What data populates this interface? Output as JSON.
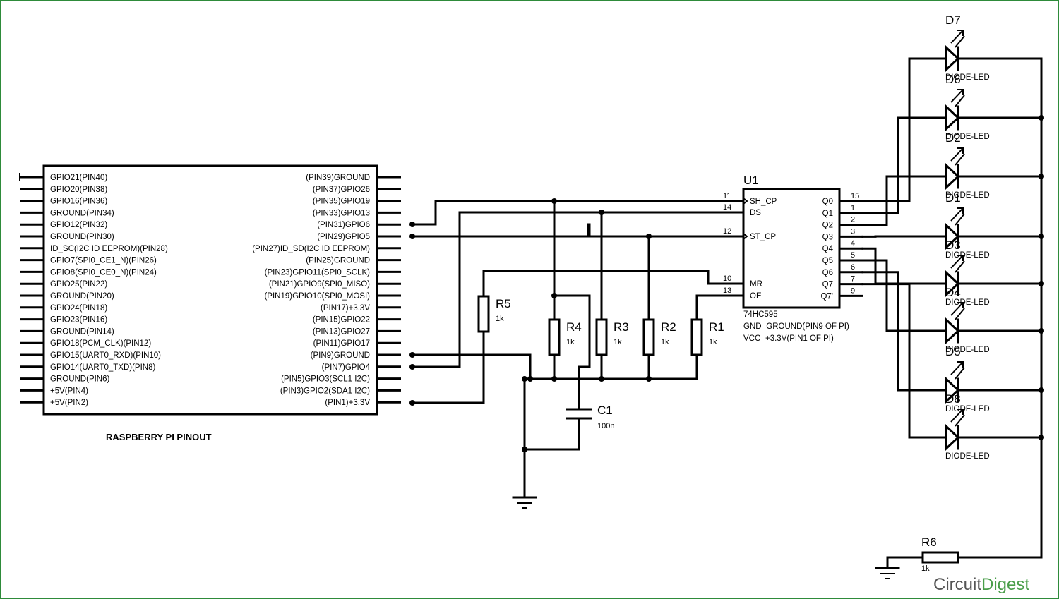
{
  "title": "RASPBERRY PI PINOUT",
  "brand": {
    "part1": "Circuit",
    "part2": "Digest",
    "color1": "#555555",
    "color2": "#4a9e4a"
  },
  "border_color": "#2e8b3a",
  "pi": {
    "left_pins": [
      "GPIO21(PIN40)",
      "GPIO20(PIN38)",
      "GPIO16(PIN36)",
      "GROUND(PIN34)",
      "GPIO12(PIN32)",
      "GROUND(PIN30)",
      "ID_SC(I2C ID EEPROM)(PIN28)",
      "GPIO7(SPI0_CE1_N)(PIN26)",
      "GPIO8(SPI0_CE0_N)(PIN24)",
      "GPIO25(PIN22)",
      "GROUND(PIN20)",
      "GPIO24(PIN18)",
      "GPIO23(PIN16)",
      "GROUND(PIN14)",
      "GPIO18(PCM_CLK)(PIN12)",
      "GPIO15(UART0_RXD)(PIN10)",
      "GPIO14(UART0_TXD)(PIN8)",
      "GROUND(PIN6)",
      "+5V(PIN4)",
      "+5V(PIN2)"
    ],
    "right_pins": [
      "(PIN39)GROUND",
      "(PIN37)GPIO26",
      "(PIN35)GPIO19",
      "(PIN33)GPIO13",
      "(PIN31)GPIO6",
      "(PIN29)GPIO5",
      "(PIN27)ID_SD(I2C ID EEPROM)",
      "(PIN25)GROUND",
      "(PIN23)GPIO11(SPI0_SCLK)",
      "(PIN21)GPIO9(SPI0_MISO)",
      "(PIN19)GPIO10(SPI0_MOSI)",
      "(PIN17)+3.3V",
      "(PIN15)GPIO22",
      "(PIN13)GPIO27",
      "(PIN11)GPIO17",
      "(PIN9)GROUND",
      "(PIN7)GPIO4",
      "(PIN5)GPIO3(SCL1 I2C)",
      "(PIN3)GPIO2(SDA1 I2C)",
      "(PIN1)+3.3V"
    ]
  },
  "ic": {
    "ref": "U1",
    "part": "74HC595",
    "note1": "GND=GROUND(PIN9 OF PI)",
    "note2": "VCC=+3.3V(PIN1 OF PI)",
    "left_pins": [
      {
        "name": "SH_CP",
        "num": "11"
      },
      {
        "name": "DS",
        "num": "14"
      },
      {
        "name": "ST_CP",
        "num": "12"
      },
      {
        "name": "MR",
        "num": "10"
      },
      {
        "name": "OE",
        "num": "13"
      }
    ],
    "right_pins": [
      {
        "name": "Q0",
        "num": "15"
      },
      {
        "name": "Q1",
        "num": "1"
      },
      {
        "name": "Q2",
        "num": "2"
      },
      {
        "name": "Q3",
        "num": "3"
      },
      {
        "name": "Q4",
        "num": "4"
      },
      {
        "name": "Q5",
        "num": "5"
      },
      {
        "name": "Q6",
        "num": "6"
      },
      {
        "name": "Q7",
        "num": "7"
      },
      {
        "name": "Q7'",
        "num": "9"
      }
    ]
  },
  "resistors": [
    {
      "ref": "R5",
      "val": "1k"
    },
    {
      "ref": "R4",
      "val": "1k"
    },
    {
      "ref": "R3",
      "val": "1k"
    },
    {
      "ref": "R2",
      "val": "1k"
    },
    {
      "ref": "R1",
      "val": "1k"
    },
    {
      "ref": "R6",
      "val": "1k"
    }
  ],
  "capacitor": {
    "ref": "C1",
    "val": "100n"
  },
  "leds": [
    {
      "ref": "D7",
      "val": "DIODE-LED"
    },
    {
      "ref": "D6",
      "val": "DIODE-LED"
    },
    {
      "ref": "D2",
      "val": "DIODE-LED"
    },
    {
      "ref": "D1",
      "val": "DIODE-LED"
    },
    {
      "ref": "D3",
      "val": "DIODE-LED"
    },
    {
      "ref": "D4",
      "val": "DIODE-LED"
    },
    {
      "ref": "D5",
      "val": "DIODE-LED"
    },
    {
      "ref": "D8",
      "val": "DIODE-LED"
    }
  ]
}
